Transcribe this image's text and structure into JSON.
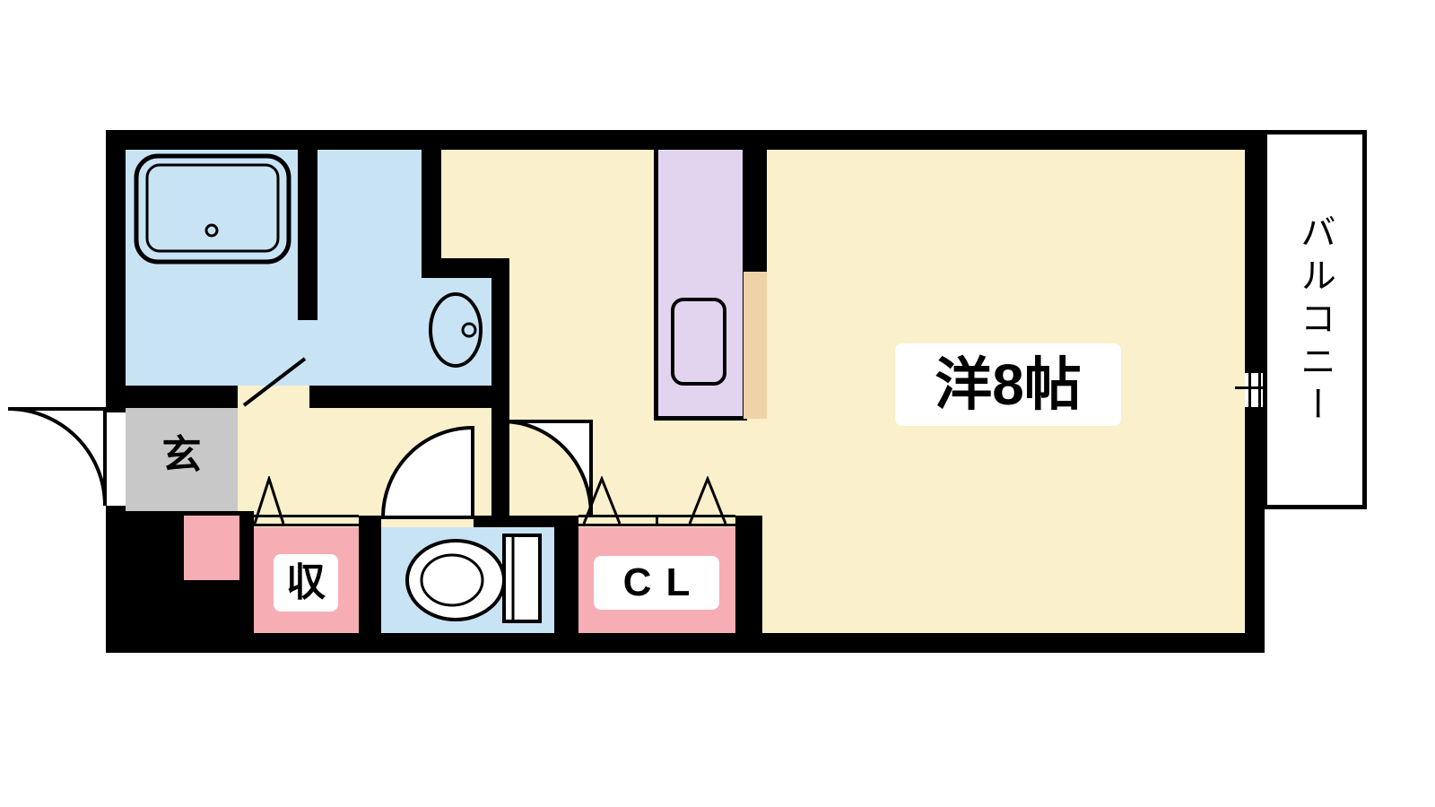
{
  "floorplan": {
    "room_label": "洋8帖",
    "balcony_label": "バルコニー",
    "entrance_label": "玄",
    "storage_label": "収",
    "closet_label": "CL"
  },
  "colors": {
    "wall": "#000000",
    "floor": "#FAF0CB",
    "water": "#C8E3F4",
    "kitchen": "#E2D4EE",
    "accent_pink": "#F6AEB4",
    "entrance_gray": "#C8C8C8",
    "counter": "#EFD3A8",
    "background": "#FFFFFF"
  }
}
